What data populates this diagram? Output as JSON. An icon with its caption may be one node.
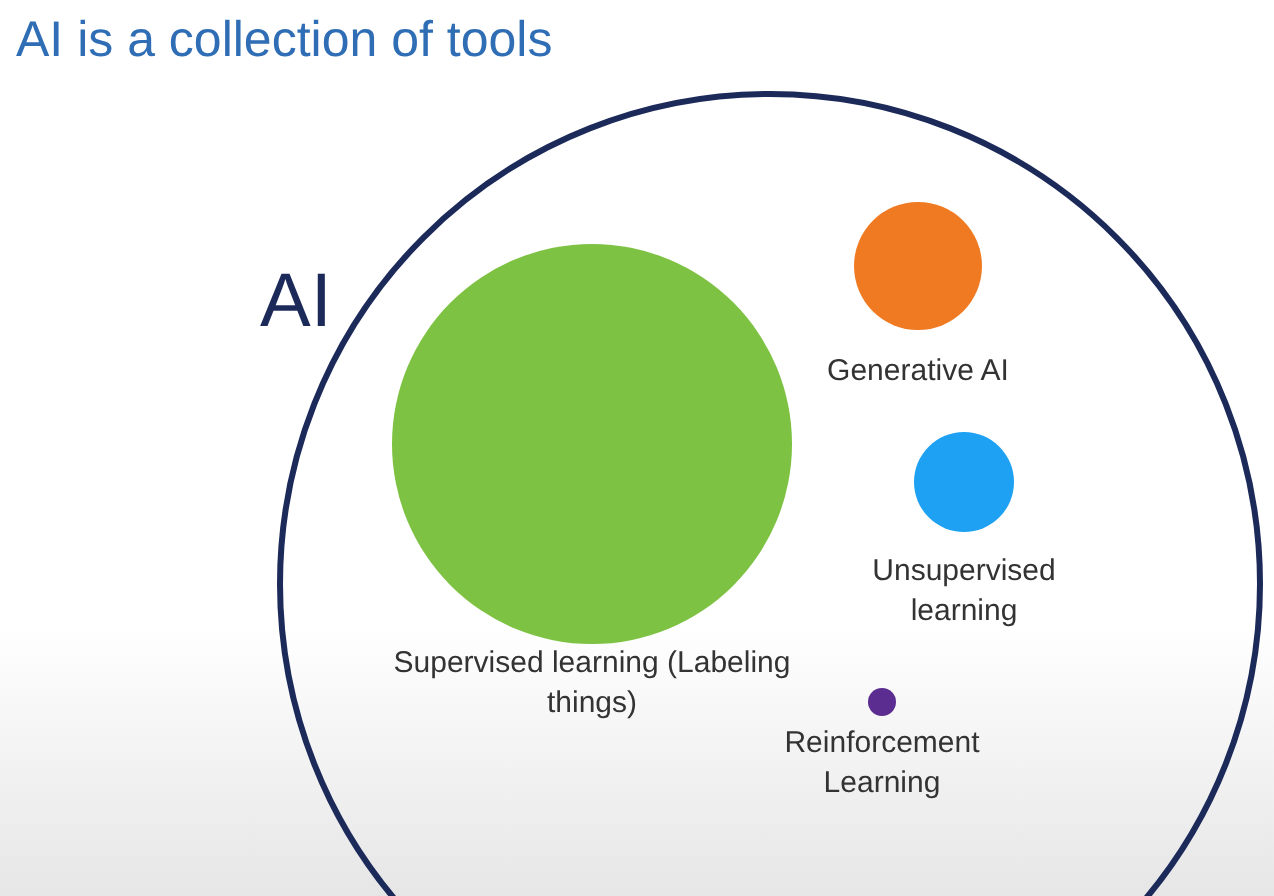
{
  "diagram": {
    "title": "AI is a collection of tools",
    "nodes": [
      {
        "text": [
          "AI"
        ]
      },
      {
        "text": [
          "Supervised learning (Labeling things)"
        ],
        "in": 0
      },
      {
        "text": [
          "Generative AI"
        ],
        "in": 0
      },
      {
        "text": [
          "Unsupervised learning"
        ],
        "in": 0
      },
      {
        "text": [
          "Reinforcement Learning"
        ],
        "in": 0
      }
    ],
    "edges": []
  }
}
